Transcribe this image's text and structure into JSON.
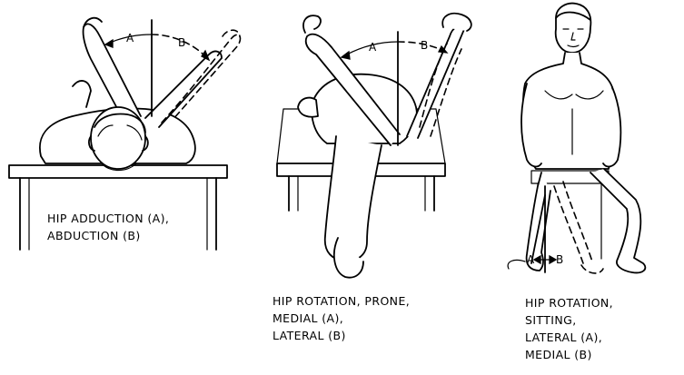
{
  "panels": [
    {
      "id": "adduction-abduction",
      "caption_lines": [
        "HIP ADDUCTION (A),",
        "ABDUCTION (B)"
      ],
      "angle_labels": [
        "A",
        "B"
      ]
    },
    {
      "id": "rotation-prone",
      "caption_lines": [
        "HIP ROTATION, PRONE,",
        "MEDIAL (A),",
        "LATERAL (B)"
      ],
      "angle_labels": [
        "A",
        "B"
      ]
    },
    {
      "id": "rotation-sitting",
      "caption_lines": [
        "HIP ROTATION,",
        "SITTING,",
        "LATERAL (A),",
        "MEDIAL (B)"
      ],
      "angle_labels": [
        "A",
        "B"
      ]
    }
  ]
}
